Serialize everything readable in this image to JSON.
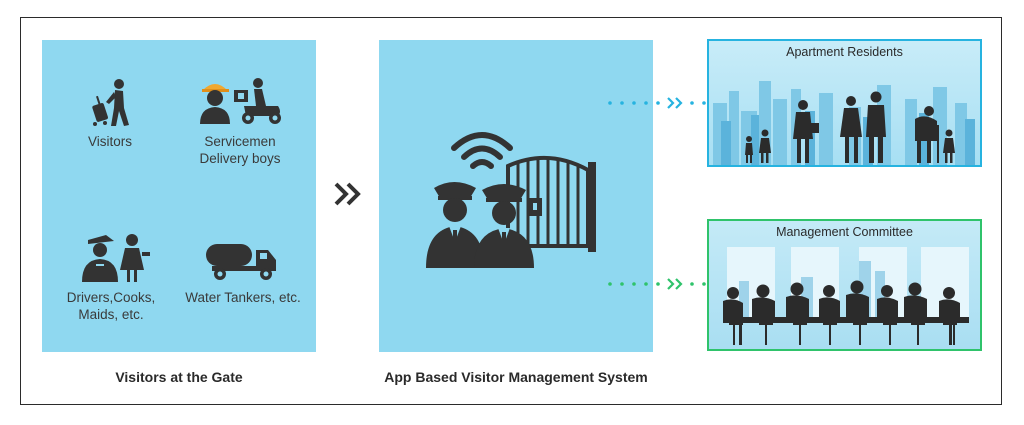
{
  "left_panel": {
    "items": [
      {
        "label_lines": [
          "Visitors"
        ],
        "icon": "traveler-icon"
      },
      {
        "label_lines": [
          "Servicemen",
          "Delivery boys"
        ],
        "icon": "delivery-scooter-icon"
      },
      {
        "label_lines": [
          "Drivers,Cooks,",
          "Maids, etc."
        ],
        "icon": "driver-maid-icon"
      },
      {
        "label_lines": [
          "Water Tankers, etc."
        ],
        "icon": "water-tanker-icon"
      }
    ],
    "caption": "Visitors at the Gate"
  },
  "middle_panel": {
    "caption": "App Based Visitor Management System",
    "icon": "guards-gate-wifi-icon"
  },
  "targets": {
    "residents": {
      "title": "Apartment Residents"
    },
    "management": {
      "title": "Management Committee"
    }
  },
  "colors": {
    "panel": "#8fd8f0",
    "residents_accent": "#26b3e0",
    "management_accent": "#2fc36b",
    "icon": "#333333"
  }
}
